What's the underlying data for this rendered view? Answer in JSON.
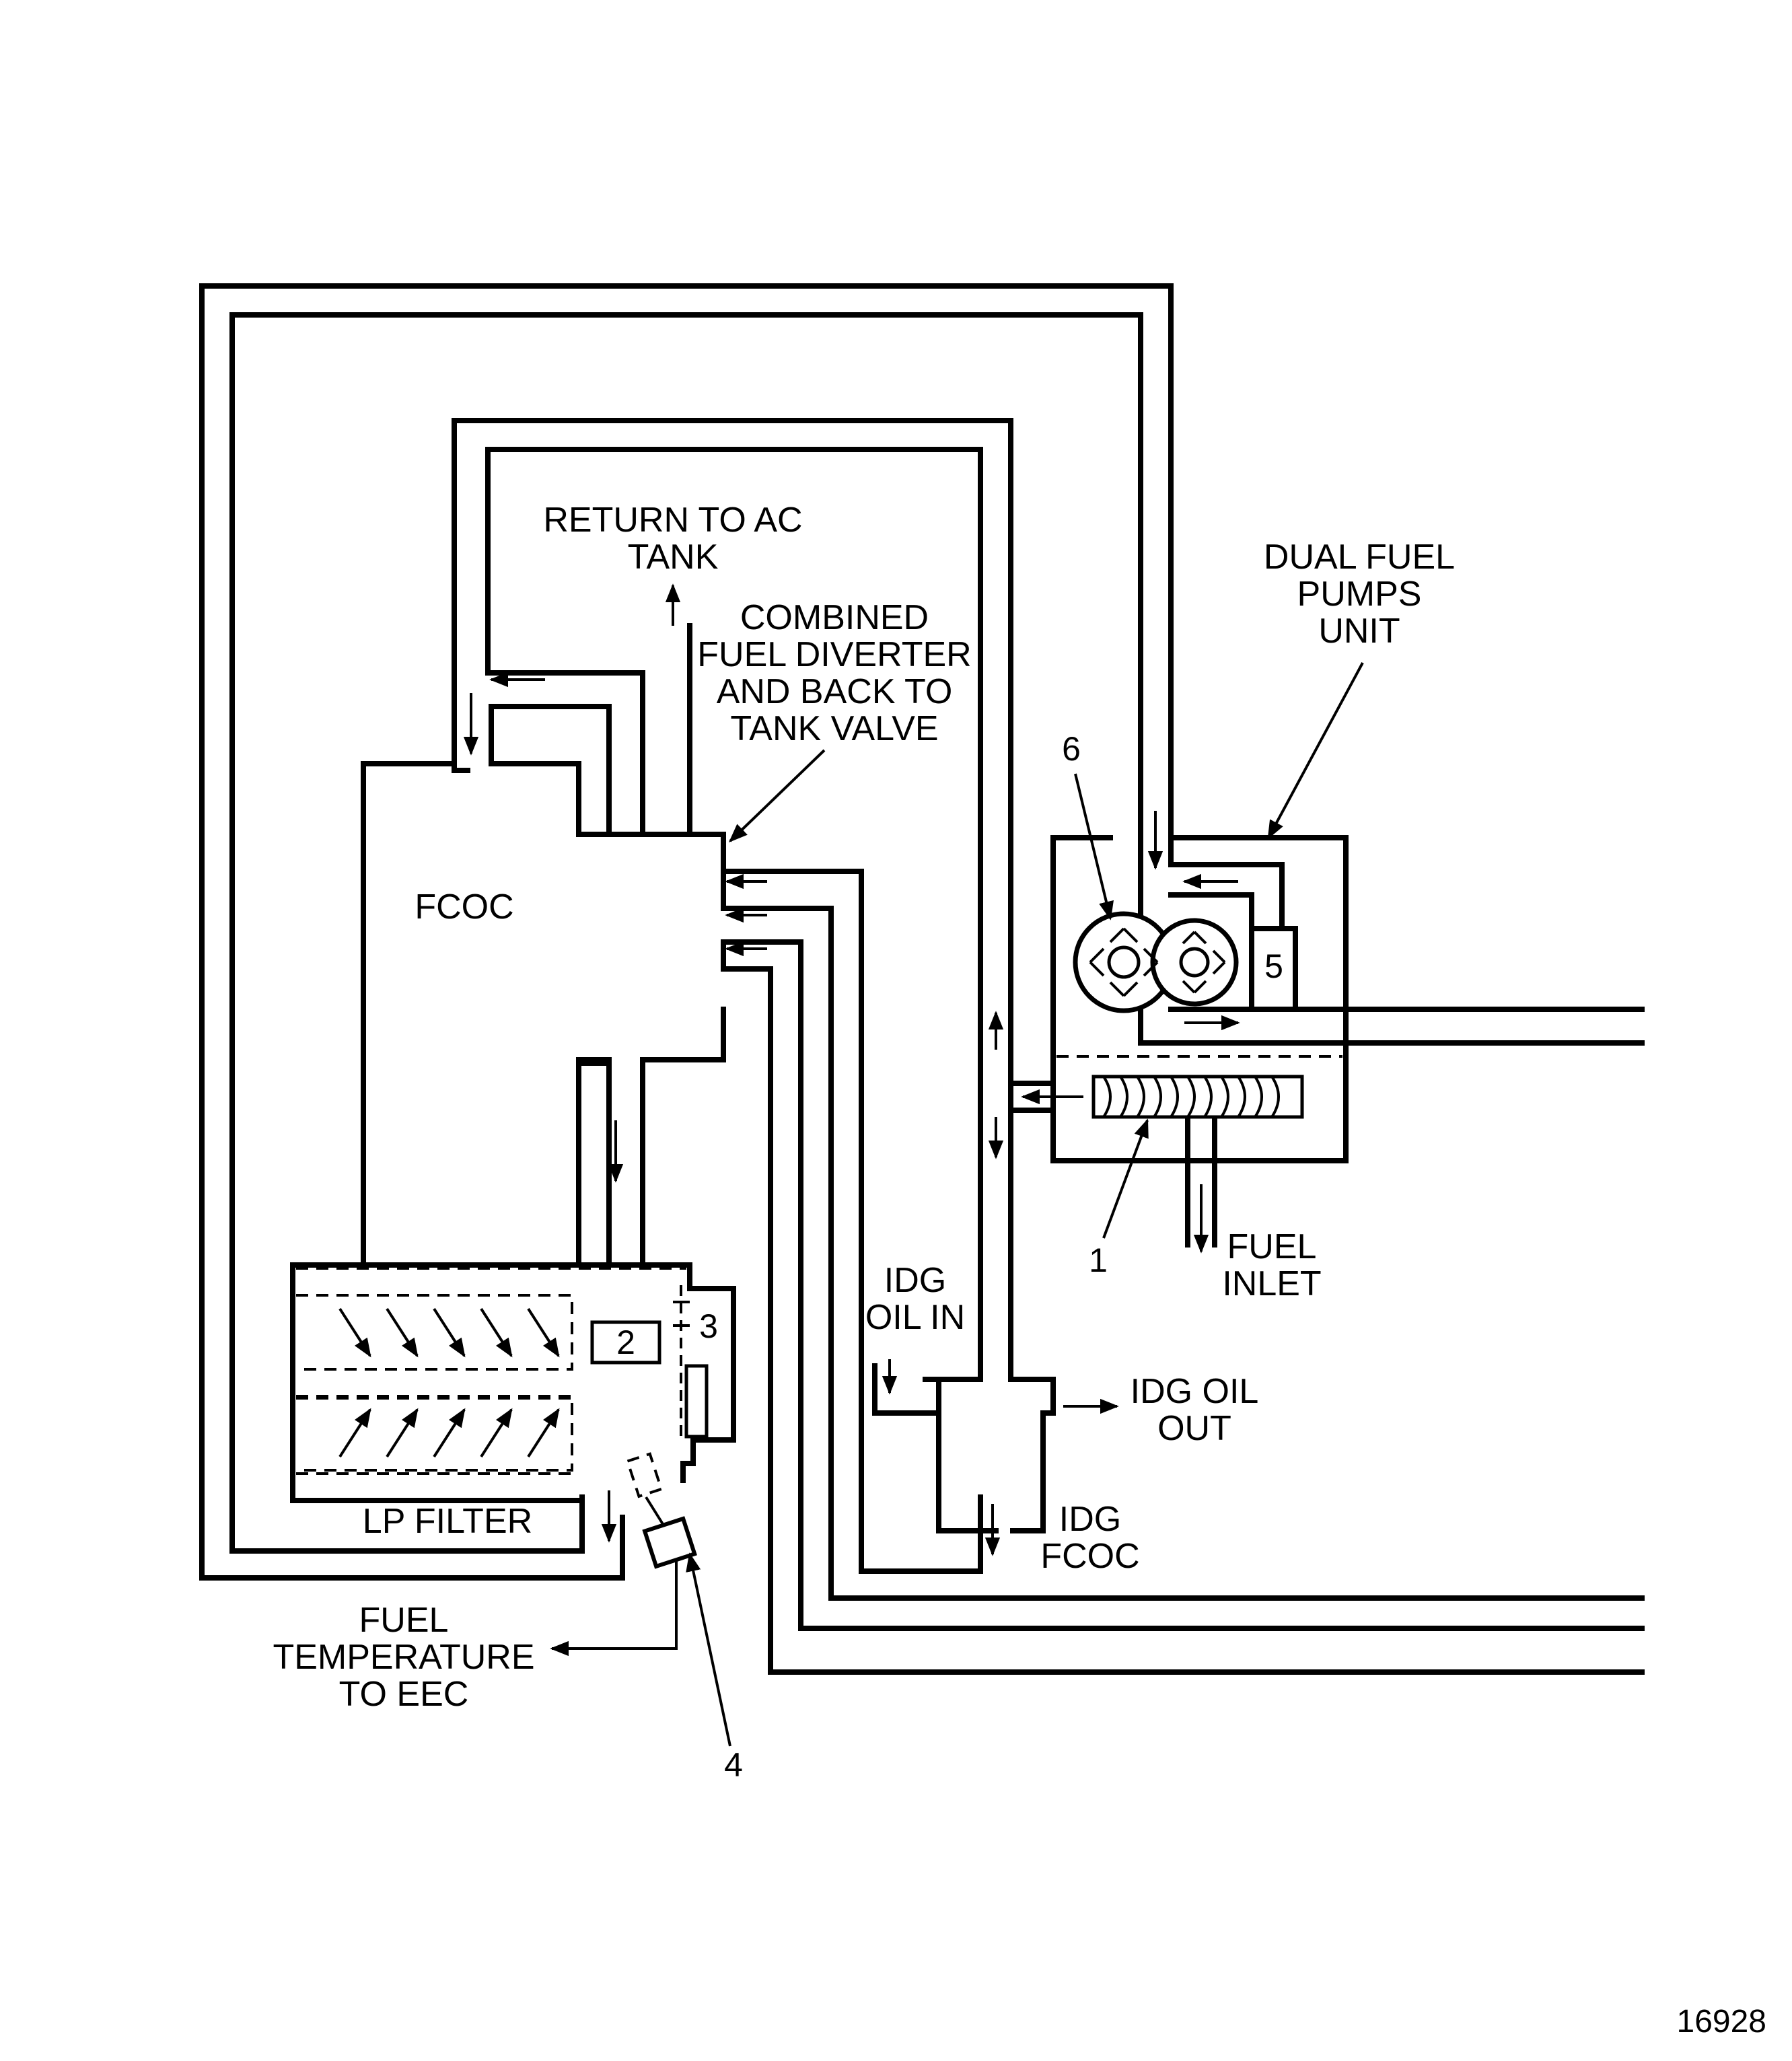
{
  "labels": {
    "return_to_ac": [
      "RETURN TO AC",
      "TANK"
    ],
    "combined_valve": [
      "COMBINED",
      "FUEL DIVERTER",
      "AND BACK TO",
      "TANK VALVE"
    ],
    "dual_fuel_pumps": [
      "DUAL FUEL",
      "PUMPS",
      "UNIT"
    ],
    "fcoc": "FCOC",
    "lp_filter": "LP FILTER",
    "fuel_temperature": [
      "FUEL",
      "TEMPERATURE",
      "TO EEC"
    ],
    "fuel_inlet": [
      "FUEL",
      "INLET"
    ],
    "idg_oil_in": [
      "IDG",
      "OIL IN"
    ],
    "idg_oil_out": [
      "IDG OIL",
      "OUT"
    ],
    "idg_fcoc": [
      "IDG",
      "FCOC"
    ]
  },
  "callouts": {
    "c1": "1",
    "c2": "2",
    "c3": "3",
    "c4": "4",
    "c5": "5",
    "c6": "6"
  },
  "figure_ref": "16928"
}
